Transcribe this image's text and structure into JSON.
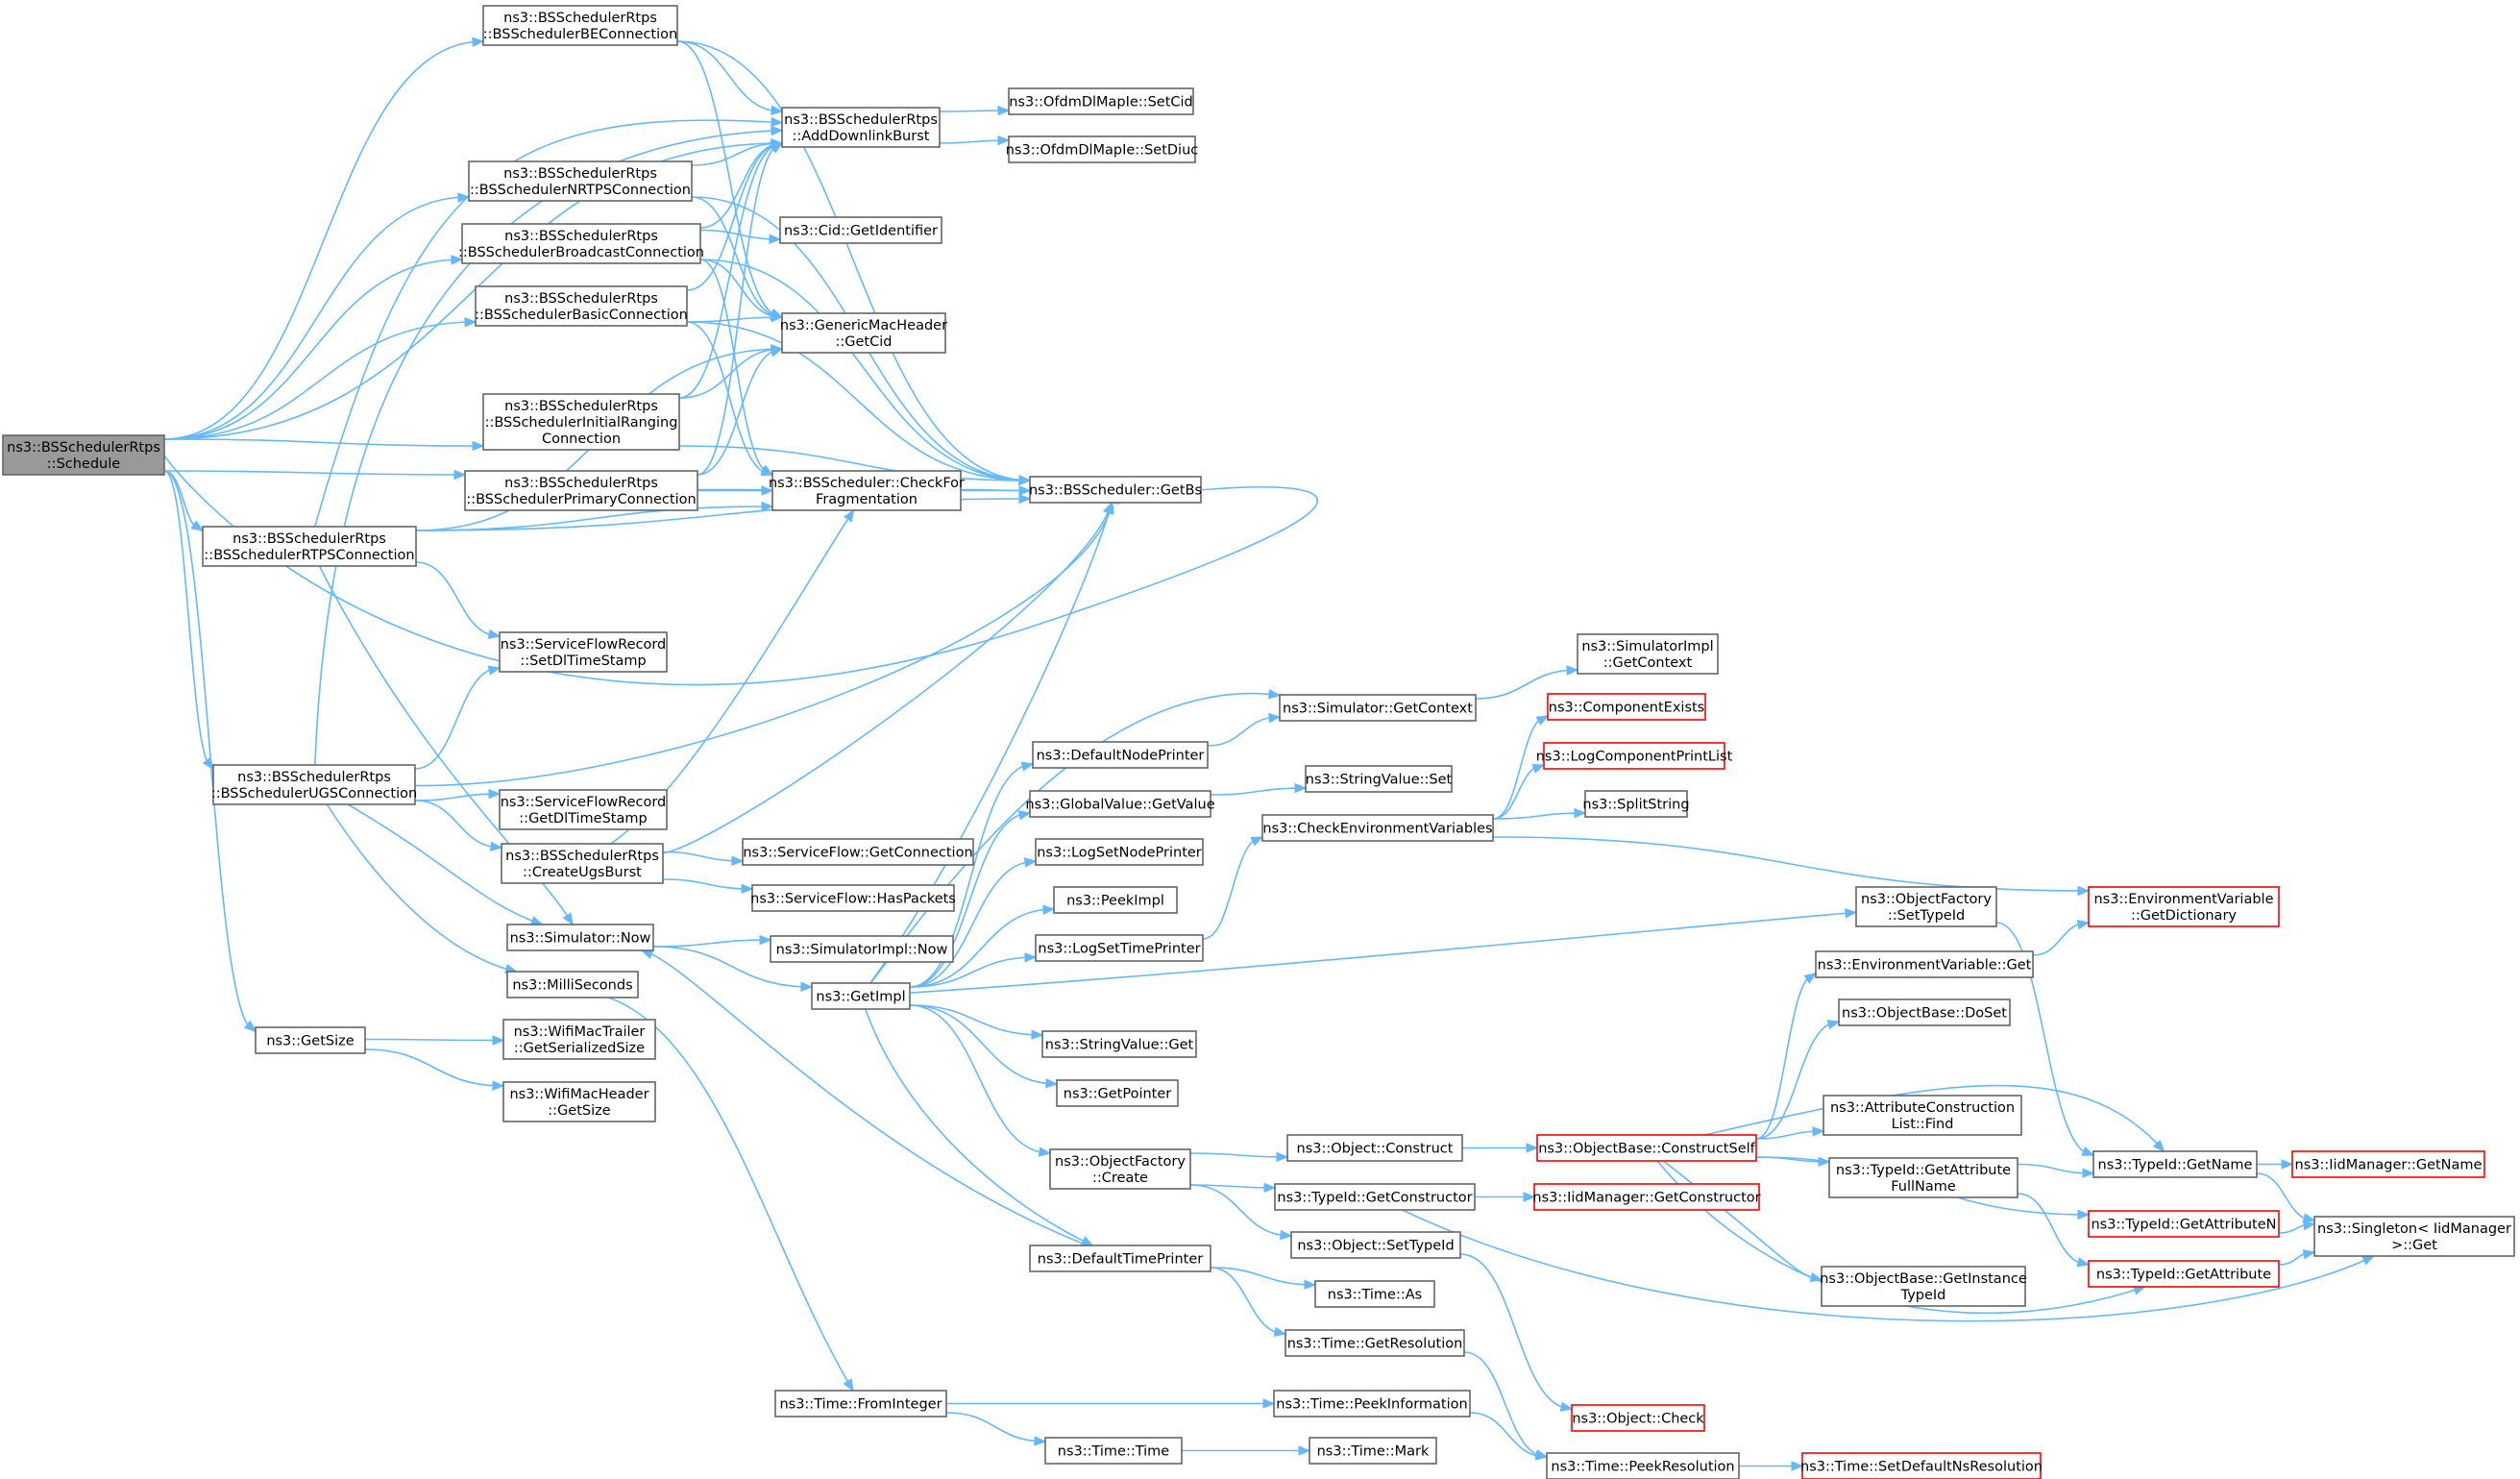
{
  "colors": {
    "edge": "#63b8ff",
    "node_border": "#666666",
    "node_fill": "#ffffff",
    "root_fill": "#999999",
    "truncated_border": "#ff0000",
    "background": "#ffffff"
  },
  "nodes": [
    {
      "id": "schedule",
      "lines": [
        "ns3::BSSchedulerRtps",
        "::Schedule"
      ],
      "root": true
    },
    {
      "id": "be",
      "lines": [
        "ns3::BSSchedulerRtps",
        "::BSSchedulerBEConnection"
      ]
    },
    {
      "id": "nrtps",
      "lines": [
        "ns3::BSSchedulerRtps",
        "::BSSchedulerNRTPSConnection"
      ]
    },
    {
      "id": "bcast",
      "lines": [
        "ns3::BSSchedulerRtps",
        "::BSSchedulerBroadcastConnection"
      ]
    },
    {
      "id": "basic",
      "lines": [
        "ns3::BSSchedulerRtps",
        "::BSSchedulerBasicConnection"
      ]
    },
    {
      "id": "ranging",
      "lines": [
        "ns3::BSSchedulerRtps",
        "::BSSchedulerInitialRanging",
        "Connection"
      ]
    },
    {
      "id": "primary",
      "lines": [
        "ns3::BSSchedulerRtps",
        "::BSSchedulerPrimaryConnection"
      ]
    },
    {
      "id": "rtps",
      "lines": [
        "ns3::BSSchedulerRtps",
        "::BSSchedulerRTPSConnection"
      ]
    },
    {
      "id": "ugs",
      "lines": [
        "ns3::BSSchedulerRtps",
        "::BSSchedulerUGSConnection"
      ]
    },
    {
      "id": "getsize",
      "lines": [
        "ns3::GetSize"
      ]
    },
    {
      "id": "adddl",
      "lines": [
        "ns3::BSSchedulerRtps",
        "::AddDownlinkBurst"
      ]
    },
    {
      "id": "getcid",
      "lines": [
        "ns3::GenericMacHeader",
        "::GetCid"
      ]
    },
    {
      "id": "checkfrag",
      "lines": [
        "ns3::BSScheduler::CheckFor",
        "Fragmentation"
      ]
    },
    {
      "id": "getbs",
      "lines": [
        "ns3::BSScheduler::GetBs"
      ]
    },
    {
      "id": "setcid",
      "lines": [
        "ns3::OfdmDlMapIe::SetCid"
      ]
    },
    {
      "id": "setdiuc",
      "lines": [
        "ns3::OfdmDlMapIe::SetDiuc"
      ]
    },
    {
      "id": "cidgetid",
      "lines": [
        "ns3::Cid::GetIdentifier"
      ]
    },
    {
      "id": "setdlts",
      "lines": [
        "ns3::ServiceFlowRecord",
        "::SetDlTimeStamp"
      ]
    },
    {
      "id": "getdlts",
      "lines": [
        "ns3::ServiceFlowRecord",
        "::GetDlTimeStamp"
      ]
    },
    {
      "id": "ugsburst",
      "lines": [
        "ns3::BSSchedulerRtps",
        "::CreateUgsBurst"
      ]
    },
    {
      "id": "getconn",
      "lines": [
        "ns3::ServiceFlow::GetConnection"
      ]
    },
    {
      "id": "haspkts",
      "lines": [
        "ns3::ServiceFlow::HasPackets"
      ]
    },
    {
      "id": "simnow",
      "lines": [
        "ns3::Simulator::Now"
      ]
    },
    {
      "id": "millis",
      "lines": [
        "ns3::MilliSeconds"
      ]
    },
    {
      "id": "implnow",
      "lines": [
        "ns3::SimulatorImpl::Now"
      ]
    },
    {
      "id": "getimpl",
      "lines": [
        "ns3::GetImpl"
      ]
    },
    {
      "id": "trailersz",
      "lines": [
        "ns3::WifiMacTrailer",
        "::GetSerializedSize"
      ]
    },
    {
      "id": "headersz",
      "lines": [
        "ns3::WifiMacHeader",
        "::GetSize"
      ]
    },
    {
      "id": "fromint",
      "lines": [
        "ns3::Time::FromInteger"
      ]
    },
    {
      "id": "timetime",
      "lines": [
        "ns3::Time::Time"
      ]
    },
    {
      "id": "mark",
      "lines": [
        "ns3::Time::Mark"
      ]
    },
    {
      "id": "peekinfo",
      "lines": [
        "ns3::Time::PeekInformation"
      ]
    },
    {
      "id": "peekres",
      "lines": [
        "ns3::Time::PeekResolution"
      ]
    },
    {
      "id": "setdefres",
      "lines": [
        "ns3::Time::SetDefaultNsResolution"
      ],
      "truncated": true
    },
    {
      "id": "defnodepr",
      "lines": [
        "ns3::DefaultNodePrinter"
      ]
    },
    {
      "id": "gvgetval",
      "lines": [
        "ns3::GlobalValue::GetValue"
      ]
    },
    {
      "id": "logsetnp",
      "lines": [
        "ns3::LogSetNodePrinter"
      ]
    },
    {
      "id": "peekimpl",
      "lines": [
        "ns3::PeekImpl"
      ]
    },
    {
      "id": "logsettp",
      "lines": [
        "ns3::LogSetTimePrinter"
      ]
    },
    {
      "id": "svget",
      "lines": [
        "ns3::StringValue::Get"
      ]
    },
    {
      "id": "getptr",
      "lines": [
        "ns3::GetPointer"
      ]
    },
    {
      "id": "ofcreate",
      "lines": [
        "ns3::ObjectFactory",
        "::Create"
      ]
    },
    {
      "id": "deftimepr",
      "lines": [
        "ns3::DefaultTimePrinter"
      ]
    },
    {
      "id": "simgetctx",
      "lines": [
        "ns3::Simulator::GetContext"
      ]
    },
    {
      "id": "implgetctx",
      "lines": [
        "ns3::SimulatorImpl",
        "::GetContext"
      ]
    },
    {
      "id": "svset",
      "lines": [
        "ns3::StringValue::Set"
      ]
    },
    {
      "id": "checkenv",
      "lines": [
        "ns3::CheckEnvironmentVariables"
      ]
    },
    {
      "id": "compexists",
      "lines": [
        "ns3::ComponentExists"
      ],
      "truncated": true
    },
    {
      "id": "logcpl",
      "lines": [
        "ns3::LogComponentPrintList"
      ],
      "truncated": true
    },
    {
      "id": "splitstr",
      "lines": [
        "ns3::SplitString"
      ]
    },
    {
      "id": "envdict",
      "lines": [
        "ns3::EnvironmentVariable",
        "::GetDictionary"
      ],
      "truncated": true
    },
    {
      "id": "ofsettid",
      "lines": [
        "ns3::ObjectFactory",
        "::SetTypeId"
      ]
    },
    {
      "id": "envget",
      "lines": [
        "ns3::EnvironmentVariable::Get"
      ]
    },
    {
      "id": "obdoset",
      "lines": [
        "ns3::ObjectBase::DoSet"
      ]
    },
    {
      "id": "objconstruct",
      "lines": [
        "ns3::Object::Construct"
      ]
    },
    {
      "id": "constructself",
      "lines": [
        "ns3::ObjectBase::ConstructSelf"
      ],
      "truncated": true
    },
    {
      "id": "attrlistfind",
      "lines": [
        "ns3::AttributeConstruction",
        "List::Find"
      ]
    },
    {
      "id": "getattrfull",
      "lines": [
        "ns3::TypeId::GetAttribute",
        "FullName"
      ]
    },
    {
      "id": "tidgetname",
      "lines": [
        "ns3::TypeId::GetName"
      ]
    },
    {
      "id": "iidgetname",
      "lines": [
        "ns3::IidManager::GetName"
      ],
      "truncated": true
    },
    {
      "id": "tidgetctor",
      "lines": [
        "ns3::TypeId::GetConstructor"
      ]
    },
    {
      "id": "iidgetctor",
      "lines": [
        "ns3::IidManager::GetConstructor"
      ],
      "truncated": true
    },
    {
      "id": "objsettid",
      "lines": [
        "ns3::Object::SetTypeId"
      ]
    },
    {
      "id": "timeas",
      "lines": [
        "ns3::Time::As"
      ]
    },
    {
      "id": "timegetres",
      "lines": [
        "ns3::Time::GetResolution"
      ]
    },
    {
      "id": "objcheck",
      "lines": [
        "ns3::Object::Check"
      ],
      "truncated": true
    },
    {
      "id": "getattrn",
      "lines": [
        "ns3::TypeId::GetAttributeN"
      ],
      "truncated": true
    },
    {
      "id": "getattr",
      "lines": [
        "ns3::TypeId::GetAttribute"
      ],
      "truncated": true
    },
    {
      "id": "singletonget",
      "lines": [
        "ns3::Singleton< IidManager",
        ">::Get"
      ]
    },
    {
      "id": "obgetinst",
      "lines": [
        "ns3::ObjectBase::GetInstance",
        "TypeId"
      ]
    }
  ],
  "edges": [
    [
      "schedule",
      "be"
    ],
    [
      "schedule",
      "nrtps"
    ],
    [
      "schedule",
      "bcast"
    ],
    [
      "schedule",
      "basic"
    ],
    [
      "schedule",
      "ranging"
    ],
    [
      "schedule",
      "primary"
    ],
    [
      "schedule",
      "rtps"
    ],
    [
      "schedule",
      "ugs"
    ],
    [
      "schedule",
      "getsize"
    ],
    [
      "schedule",
      "adddl"
    ],
    [
      "schedule",
      "getbs"
    ],
    [
      "be",
      "adddl"
    ],
    [
      "be",
      "getcid"
    ],
    [
      "be",
      "getbs"
    ],
    [
      "nrtps",
      "adddl"
    ],
    [
      "nrtps",
      "getcid"
    ],
    [
      "nrtps",
      "getbs"
    ],
    [
      "bcast",
      "adddl"
    ],
    [
      "bcast",
      "cidgetid"
    ],
    [
      "bcast",
      "getcid"
    ],
    [
      "bcast",
      "checkfrag"
    ],
    [
      "bcast",
      "getbs"
    ],
    [
      "basic",
      "adddl"
    ],
    [
      "basic",
      "getcid"
    ],
    [
      "basic",
      "checkfrag"
    ],
    [
      "basic",
      "getbs"
    ],
    [
      "ranging",
      "adddl"
    ],
    [
      "ranging",
      "getcid"
    ],
    [
      "ranging",
      "getbs"
    ],
    [
      "primary",
      "adddl"
    ],
    [
      "primary",
      "getcid"
    ],
    [
      "primary",
      "checkfrag"
    ],
    [
      "primary",
      "getbs"
    ],
    [
      "rtps",
      "adddl"
    ],
    [
      "rtps",
      "getcid"
    ],
    [
      "rtps",
      "checkfrag"
    ],
    [
      "rtps",
      "getbs"
    ],
    [
      "rtps",
      "setdlts"
    ],
    [
      "rtps",
      "simnow"
    ],
    [
      "ugs",
      "adddl"
    ],
    [
      "ugs",
      "getbs"
    ],
    [
      "ugs",
      "setdlts"
    ],
    [
      "ugs",
      "getdlts"
    ],
    [
      "ugs",
      "ugsburst"
    ],
    [
      "ugs",
      "simnow"
    ],
    [
      "ugs",
      "millis"
    ],
    [
      "adddl",
      "setcid"
    ],
    [
      "adddl",
      "setdiuc"
    ],
    [
      "checkfrag",
      "getbs"
    ],
    [
      "ugsburst",
      "checkfrag"
    ],
    [
      "ugsburst",
      "getbs"
    ],
    [
      "ugsburst",
      "getconn"
    ],
    [
      "ugsburst",
      "haspkts"
    ],
    [
      "simnow",
      "implnow"
    ],
    [
      "simnow",
      "getimpl"
    ],
    [
      "getsize",
      "trailersz"
    ],
    [
      "getsize",
      "headersz"
    ],
    [
      "millis",
      "fromint"
    ],
    [
      "fromint",
      "timetime"
    ],
    [
      "fromint",
      "peekinfo"
    ],
    [
      "timetime",
      "mark"
    ],
    [
      "peekinfo",
      "peekres"
    ],
    [
      "peekres",
      "setdefres"
    ],
    [
      "getimpl",
      "simgetctx"
    ],
    [
      "getimpl",
      "defnodepr"
    ],
    [
      "getimpl",
      "gvgetval"
    ],
    [
      "getimpl",
      "logsetnp"
    ],
    [
      "getimpl",
      "peekimpl"
    ],
    [
      "getimpl",
      "logsettp"
    ],
    [
      "getimpl",
      "svget"
    ],
    [
      "getimpl",
      "getptr"
    ],
    [
      "getimpl",
      "ofcreate"
    ],
    [
      "getimpl",
      "deftimepr"
    ],
    [
      "getimpl",
      "ofsettid"
    ],
    [
      "getimpl",
      "getbs"
    ],
    [
      "defnodepr",
      "simgetctx"
    ],
    [
      "simgetctx",
      "implgetctx"
    ],
    [
      "gvgetval",
      "svset"
    ],
    [
      "logsettp",
      "checkenv"
    ],
    [
      "checkenv",
      "compexists"
    ],
    [
      "checkenv",
      "logcpl"
    ],
    [
      "checkenv",
      "splitstr"
    ],
    [
      "checkenv",
      "envdict"
    ],
    [
      "ofsettid",
      "tidgetname"
    ],
    [
      "envget",
      "envdict"
    ],
    [
      "ofcreate",
      "objconstruct"
    ],
    [
      "ofcreate",
      "tidgetctor"
    ],
    [
      "ofcreate",
      "objsettid"
    ],
    [
      "deftimepr",
      "simnow"
    ],
    [
      "deftimepr",
      "timeas"
    ],
    [
      "deftimepr",
      "timegetres"
    ],
    [
      "timegetres",
      "peekres"
    ],
    [
      "objconstruct",
      "constructself"
    ],
    [
      "constructself",
      "envget"
    ],
    [
      "constructself",
      "obdoset"
    ],
    [
      "constructself",
      "attrlistfind"
    ],
    [
      "constructself",
      "getattrfull"
    ],
    [
      "constructself",
      "tidgetname"
    ],
    [
      "constructself",
      "getattrn"
    ],
    [
      "constructself",
      "getattr"
    ],
    [
      "constructself",
      "obgetinst"
    ],
    [
      "getattrfull",
      "tidgetname"
    ],
    [
      "getattrfull",
      "getattr"
    ],
    [
      "tidgetname",
      "iidgetname"
    ],
    [
      "tidgetname",
      "singletonget"
    ],
    [
      "tidgetctor",
      "iidgetctor"
    ],
    [
      "tidgetctor",
      "singletonget"
    ],
    [
      "objsettid",
      "objcheck"
    ],
    [
      "getattrn",
      "singletonget"
    ],
    [
      "getattr",
      "singletonget"
    ]
  ]
}
